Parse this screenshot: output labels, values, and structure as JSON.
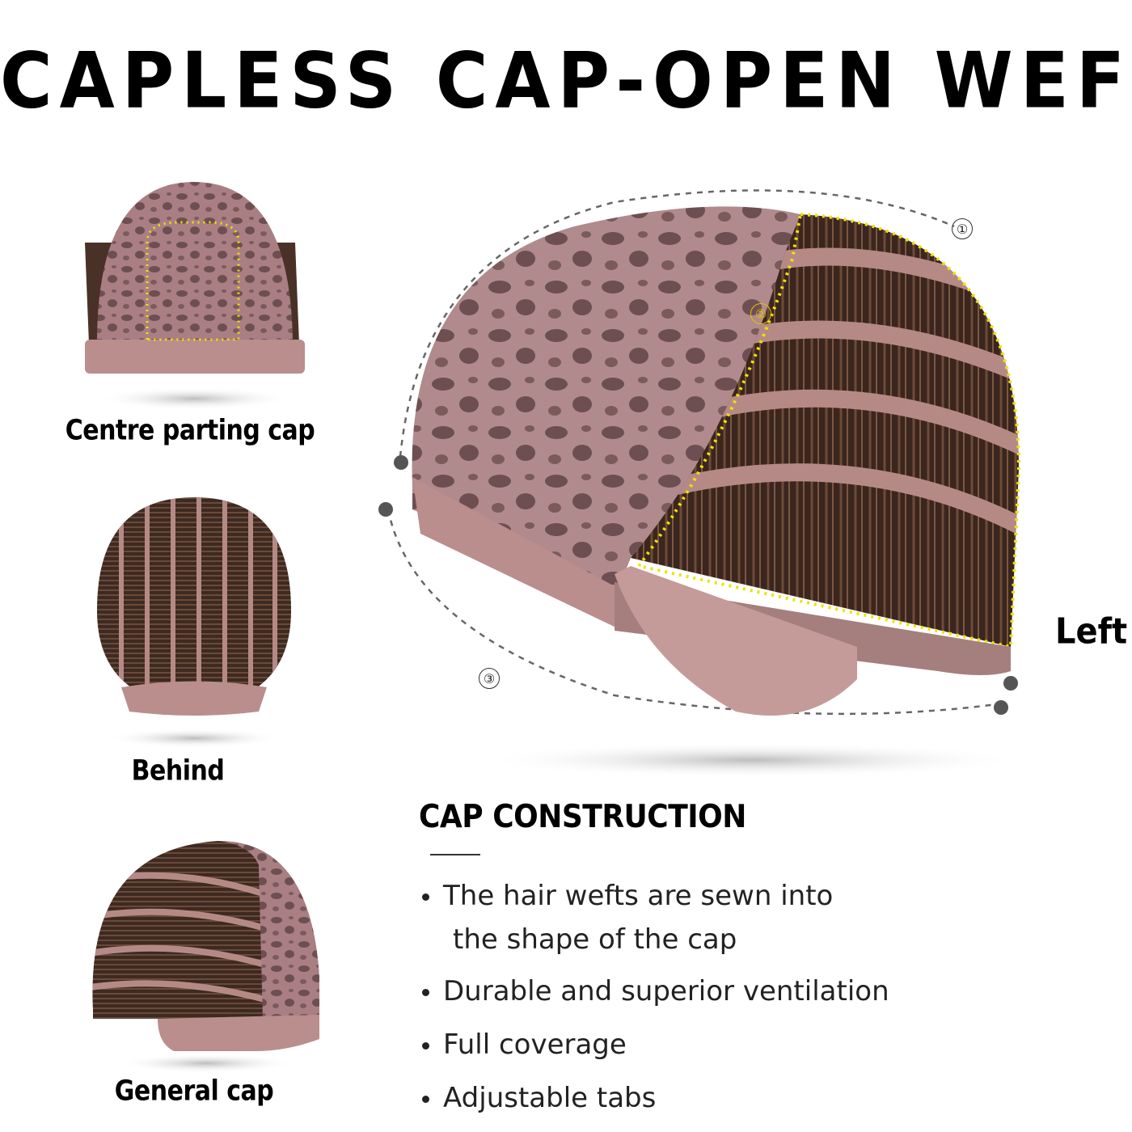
{
  "title": "CAPLESS CAP-OPEN WEFT",
  "views": {
    "centre": "Centre parting cap",
    "behind": "Behind",
    "general": "General cap"
  },
  "side_label": "Left",
  "markers": [
    "①",
    "②",
    "③"
  ],
  "construction": {
    "heading": "CAP CONSTRUCTION",
    "features": [
      {
        "line1": "The hair wefts are sewn into",
        "line2": "the shape of the cap"
      },
      {
        "line1": "Durable and superior ventilation"
      },
      {
        "line1": "Full coverage"
      },
      {
        "line1": "Adjustable tabs"
      }
    ]
  },
  "colors": {
    "lace": "#a97f84",
    "lace_dark": "#6e4f51",
    "hair": "#3d2a22",
    "weft": "#b58a86",
    "band": "#b98e8c",
    "dotted_outline": "#f2e200",
    "dashed_guide": "#666666"
  }
}
